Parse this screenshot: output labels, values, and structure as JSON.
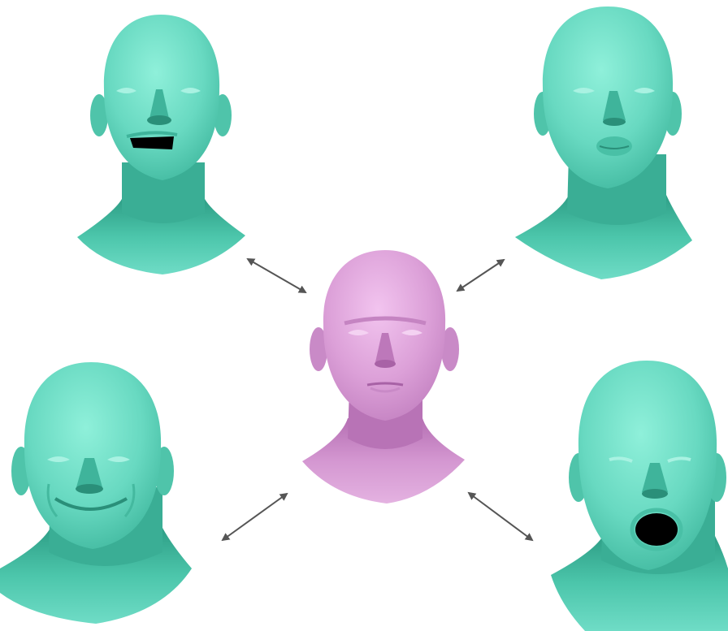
{
  "figure": {
    "background": "#ffffff",
    "colors": {
      "neutral_head": "#dca0d8",
      "neutral_head_shade": "#c47ec4",
      "expression_head": "#6fdcc6",
      "expression_head_shade": "#2fa890",
      "arrow": "#555555",
      "mouth_cavity": "#000000"
    },
    "center_head": {
      "expression": "neutral"
    },
    "surrounding_heads": [
      {
        "position": "top-left",
        "expression": "open-mouth-laugh"
      },
      {
        "position": "top-right",
        "expression": "pursed-lips"
      },
      {
        "position": "bottom-left",
        "expression": "closed-smile"
      },
      {
        "position": "bottom-right",
        "expression": "yawn"
      }
    ],
    "connectors": [
      {
        "from": "center",
        "to": "top-left",
        "style": "double-arrow"
      },
      {
        "from": "center",
        "to": "top-right",
        "style": "double-arrow"
      },
      {
        "from": "center",
        "to": "bottom-left",
        "style": "double-arrow"
      },
      {
        "from": "center",
        "to": "bottom-right",
        "style": "double-arrow"
      }
    ]
  }
}
